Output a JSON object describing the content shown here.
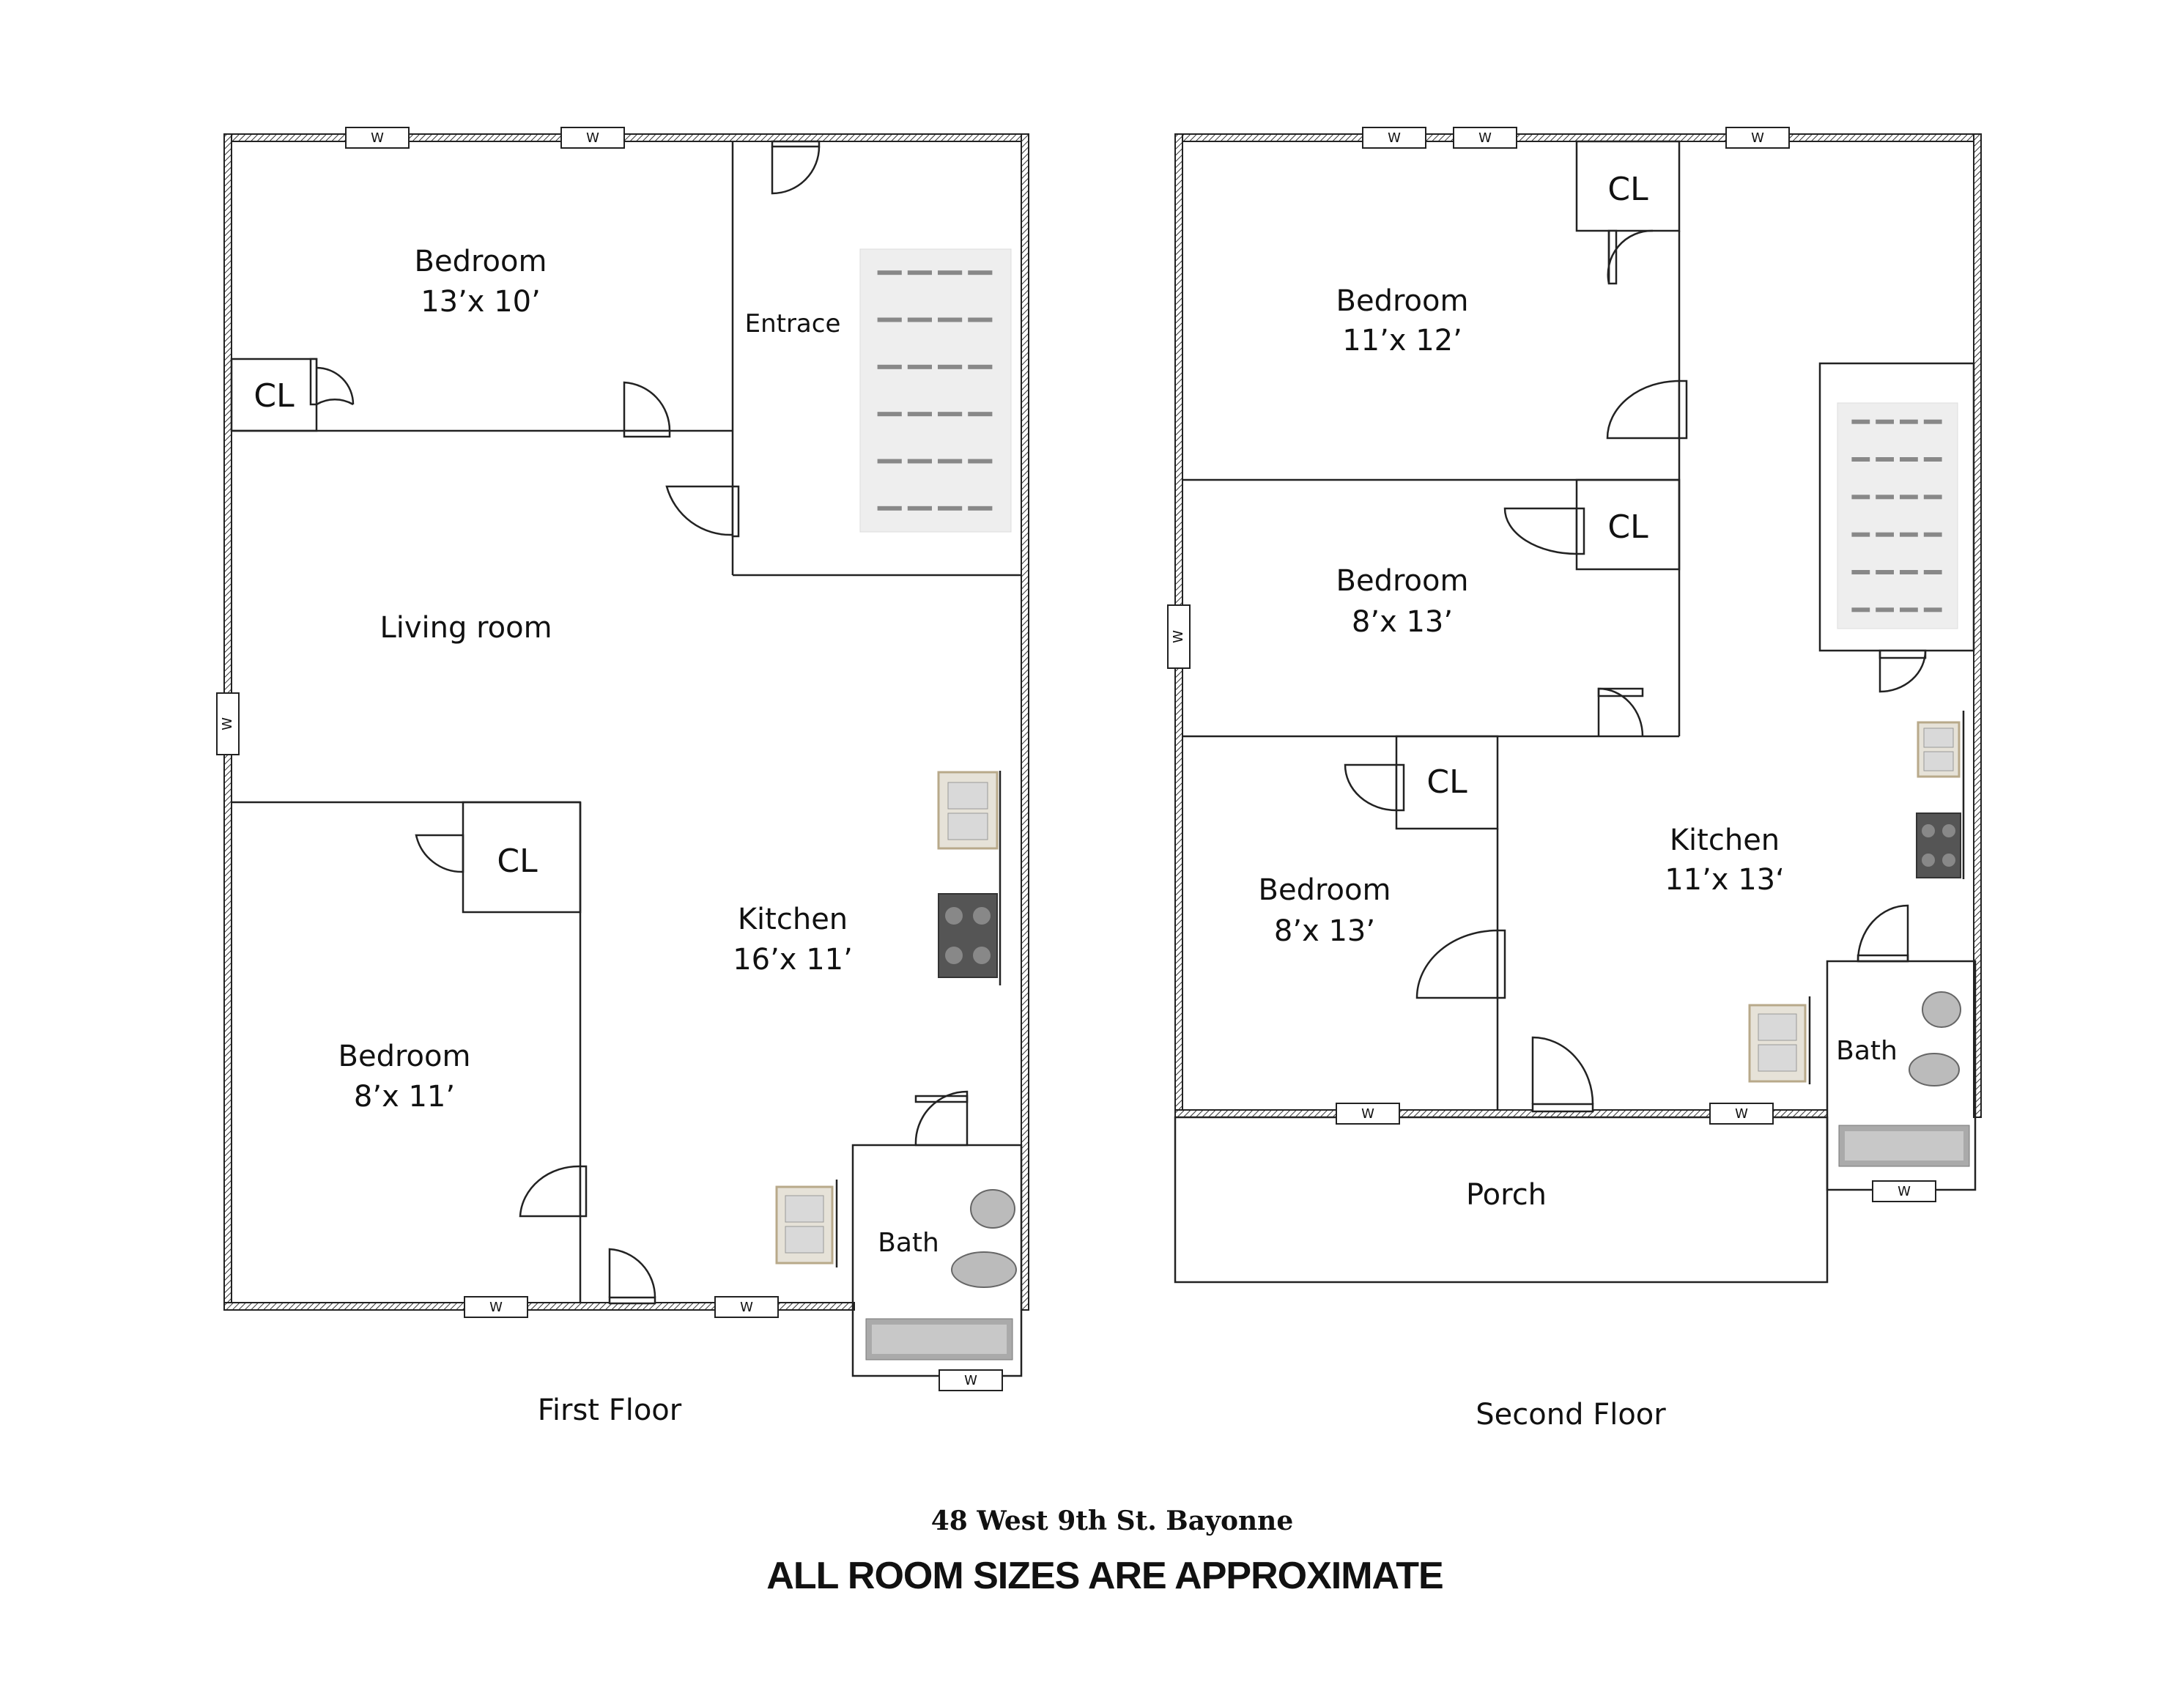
{
  "title": {
    "address": "48 West 9th St. Bayonne",
    "disclaimer": "ALL ROOM SIZES ARE APPROXIMATE"
  },
  "first_floor": {
    "label": "First Floor",
    "rooms": {
      "bedroom_top_name": "Bedroom",
      "bedroom_top_size": "13’x 10’",
      "entrance": "Entrace",
      "living_room": "Living room",
      "bedroom_bottom_name": "Bedroom",
      "bedroom_bottom_size": "8’x 11’",
      "kitchen_name": "Kitchen",
      "kitchen_size": "16’x 11’",
      "bath": "Bath",
      "closet_top": "CL",
      "closet_bottom": "CL"
    },
    "window_label": "W"
  },
  "second_floor": {
    "label": "Second Floor",
    "rooms": {
      "bedroom_a_name": "Bedroom",
      "bedroom_a_size": "11’x 12’",
      "bedroom_b_name": "Bedroom",
      "bedroom_b_size": "8’x 13’",
      "bedroom_c_name": "Bedroom",
      "bedroom_c_size": "8’x 13’",
      "kitchen_name": "Kitchen",
      "kitchen_size": "11’x 13‘",
      "bath": "Bath",
      "porch": "Porch",
      "closet_a": "CL",
      "closet_b": "CL",
      "closet_c": "CL"
    },
    "window_label": "W"
  }
}
